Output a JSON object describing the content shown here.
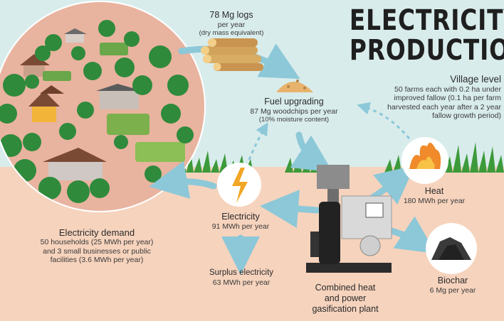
{
  "title": {
    "line1": "ELECTRICITY",
    "line2": "PRODUCTION"
  },
  "logs": {
    "amount": "78 Mg logs",
    "period": "per year",
    "note": "(dry mass equivalent)"
  },
  "fuel_upgrading": {
    "heading": "Fuel upgrading",
    "amount": "87 Mg woodchips per year",
    "note": "(10% moisture content)"
  },
  "village": {
    "heading": "Village level",
    "line1": "50 farms each with 0.2 ha under",
    "line2": "improved fallow (0.1 ha per farm",
    "line3": "harvested each year after a 2 year",
    "line4": "fallow growth period)"
  },
  "heat": {
    "heading": "Heat",
    "amount": "180 MWh per year"
  },
  "electricity": {
    "heading": "Electricity",
    "amount": "91 MWh per year"
  },
  "surplus": {
    "heading": "Surplus electricity",
    "amount": "63 MWh per year"
  },
  "demand": {
    "heading": "Electricity demand",
    "line1": "50 households (25 MWh per year)",
    "line2": "and 3 small businesses or public",
    "line3": "facilities (3.6 MWh per year)"
  },
  "plant": {
    "line1": "Combined heat",
    "line2": "and power",
    "line3": "gasification plant"
  },
  "biochar": {
    "heading": "Biochar",
    "amount": "6 Mg per year"
  },
  "colors": {
    "sky": "#d9ecec",
    "ground": "#f6d3bd",
    "village_ground": "#e8b39f",
    "arrow": "#8cc8d8",
    "tree": "#2f8a3c",
    "grass": "#3d9a3a"
  }
}
